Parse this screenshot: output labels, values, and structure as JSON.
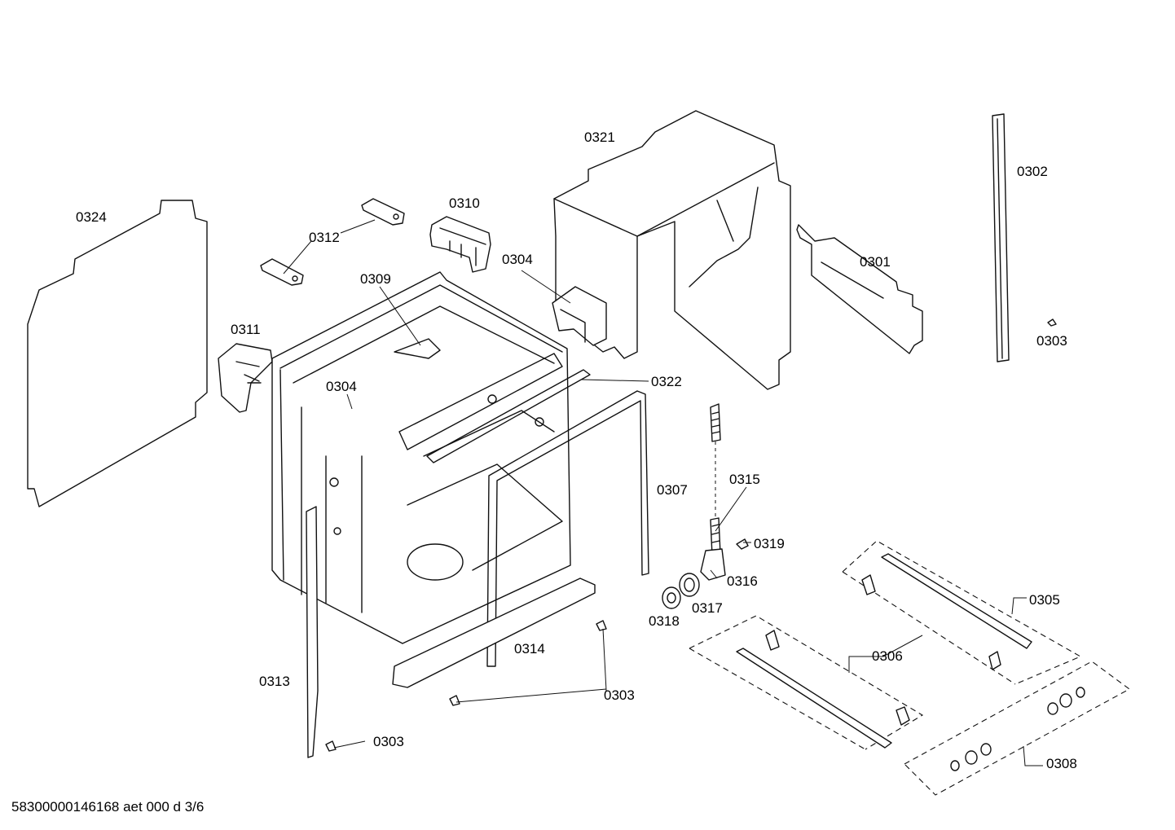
{
  "labels": {
    "p0301": "0301",
    "p0302": "0302",
    "p0303a": "0303",
    "p0303b": "0303",
    "p0303c": "0303",
    "p0304a": "0304",
    "p0304b": "0304",
    "p0305": "0305",
    "p0306": "0306",
    "p0307": "0307",
    "p0308": "0308",
    "p0309": "0309",
    "p0310": "0310",
    "p0311": "0311",
    "p0312": "0312",
    "p0313": "0313",
    "p0314": "0314",
    "p0315": "0315",
    "p0316": "0316",
    "p0317": "0317",
    "p0318": "0318",
    "p0319": "0319",
    "p0321": "0321",
    "p0322": "0322",
    "p0324": "0324"
  },
  "footer": {
    "document_id": "58300000146168 aet 000 d 3/6"
  }
}
